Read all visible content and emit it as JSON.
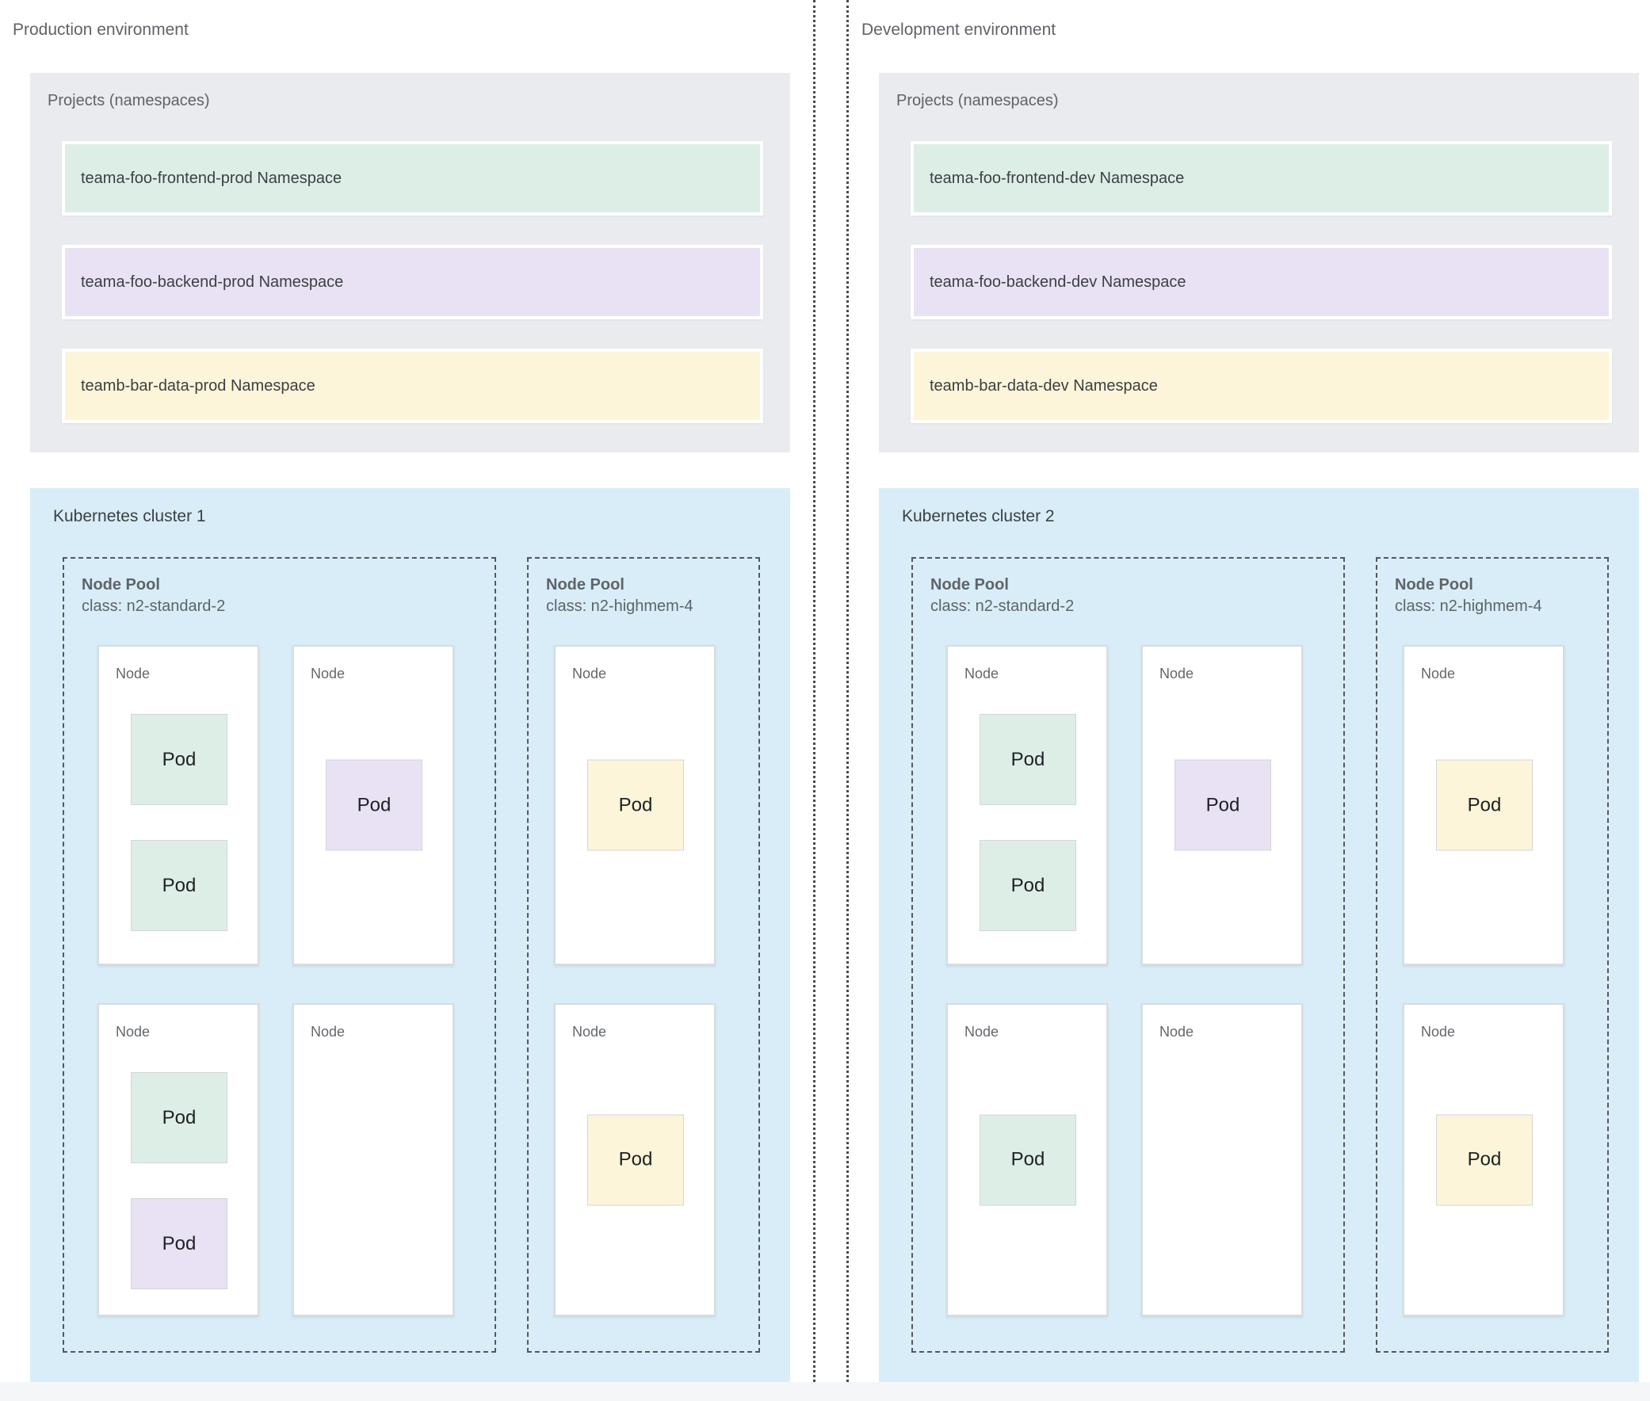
{
  "palette": {
    "green": "#ddeee7",
    "purple": "#e9e2f4",
    "yellow": "#fdf5d9",
    "blue": "#d8edf8",
    "gray": "#e9ebee"
  },
  "environments": [
    {
      "title": "Production environment",
      "projects": {
        "label": "Projects (namespaces)",
        "namespaces": [
          {
            "label": "teama-foo-frontend-prod Namespace",
            "color": "green"
          },
          {
            "label": "teama-foo-backend-prod Namespace",
            "color": "purple"
          },
          {
            "label": "teamb-bar-data-prod Namespace",
            "color": "yellow"
          }
        ]
      },
      "cluster": {
        "label": "Kubernetes cluster 1",
        "pools": [
          {
            "name": "Node Pool",
            "class_line": "class: n2-standard-2",
            "nodes": [
              {
                "label": "Node",
                "pods": [
                  {
                    "label": "Pod",
                    "color": "green"
                  },
                  {
                    "label": "Pod",
                    "color": "green"
                  }
                ]
              },
              {
                "label": "Node",
                "pods": [
                  {
                    "label": "Pod",
                    "color": "purple"
                  }
                ]
              },
              {
                "label": "Node",
                "pods": [
                  {
                    "label": "Pod",
                    "color": "green"
                  },
                  {
                    "label": "Pod",
                    "color": "purple"
                  }
                ]
              },
              {
                "label": "Node",
                "pods": []
              }
            ]
          },
          {
            "name": "Node Pool",
            "class_line": "class: n2-highmem-4",
            "nodes": [
              {
                "label": "Node",
                "pods": [
                  {
                    "label": "Pod",
                    "color": "yellow"
                  }
                ]
              },
              {
                "label": "Node",
                "pods": [
                  {
                    "label": "Pod",
                    "color": "yellow"
                  }
                ]
              }
            ]
          }
        ]
      }
    },
    {
      "title": "Development environment",
      "projects": {
        "label": "Projects (namespaces)",
        "namespaces": [
          {
            "label": "teama-foo-frontend-dev Namespace",
            "color": "green"
          },
          {
            "label": "teama-foo-backend-dev Namespace",
            "color": "purple"
          },
          {
            "label": "teamb-bar-data-dev Namespace",
            "color": "yellow"
          }
        ]
      },
      "cluster": {
        "label": "Kubernetes cluster 2",
        "pools": [
          {
            "name": "Node Pool",
            "class_line": "class: n2-standard-2",
            "nodes": [
              {
                "label": "Node",
                "pods": [
                  {
                    "label": "Pod",
                    "color": "green"
                  },
                  {
                    "label": "Pod",
                    "color": "green"
                  }
                ]
              },
              {
                "label": "Node",
                "pods": [
                  {
                    "label": "Pod",
                    "color": "purple"
                  }
                ]
              },
              {
                "label": "Node",
                "pods": [
                  {
                    "label": "Pod",
                    "color": "green"
                  }
                ]
              },
              {
                "label": "Node",
                "pods": []
              }
            ]
          },
          {
            "name": "Node Pool",
            "class_line": "class: n2-highmem-4",
            "nodes": [
              {
                "label": "Node",
                "pods": [
                  {
                    "label": "Pod",
                    "color": "yellow"
                  }
                ]
              },
              {
                "label": "Node",
                "pods": [
                  {
                    "label": "Pod",
                    "color": "yellow"
                  }
                ]
              }
            ]
          }
        ]
      }
    }
  ]
}
